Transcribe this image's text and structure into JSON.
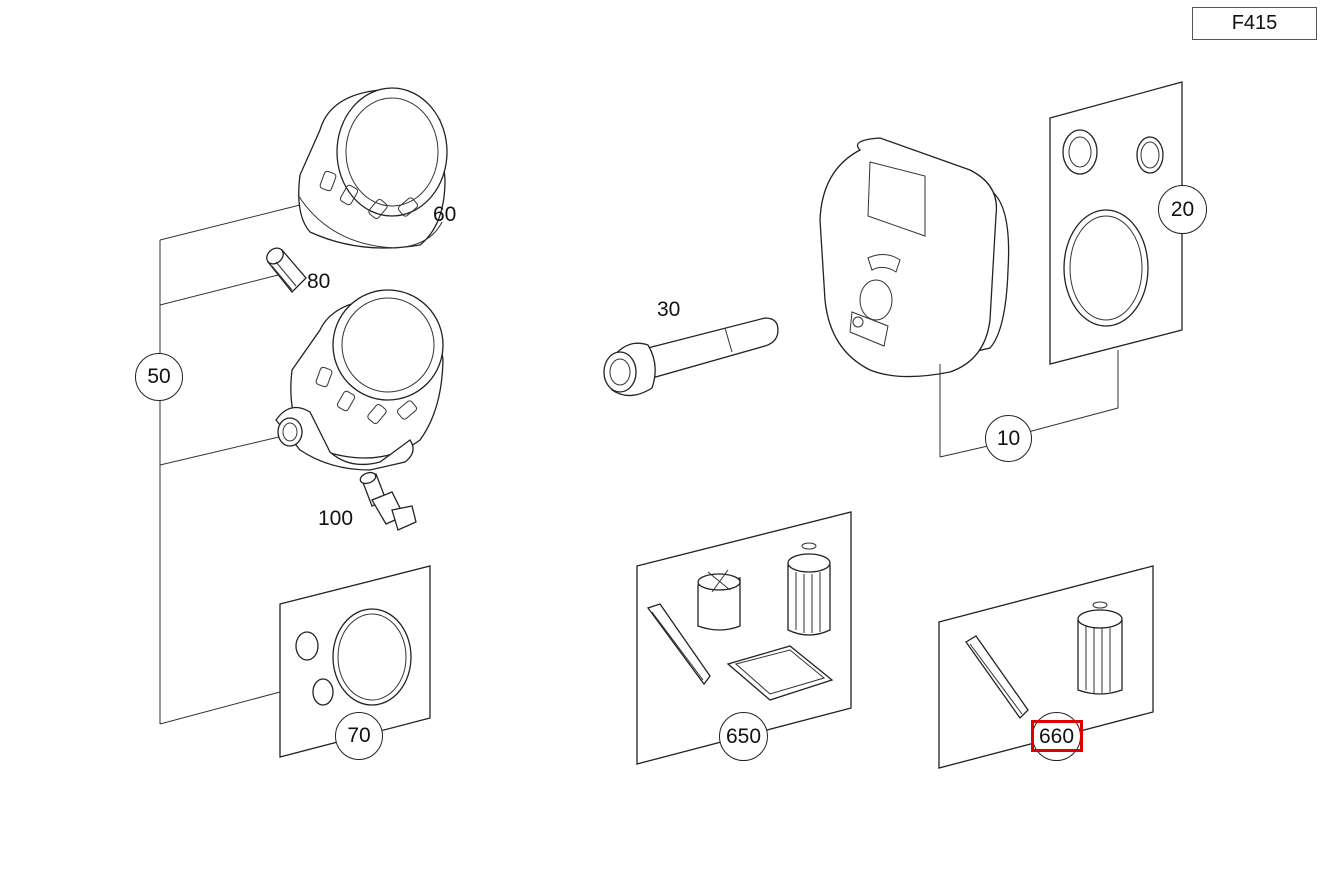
{
  "page_code": "F415",
  "callouts": {
    "c10": "10",
    "c20": "20",
    "c30": "30",
    "c50": "50",
    "c60": "60",
    "c70": "70",
    "c80": "80",
    "c100": "100",
    "c650": "650",
    "c660": "660"
  },
  "highlight": {
    "target": "660",
    "color": "#e00000"
  }
}
